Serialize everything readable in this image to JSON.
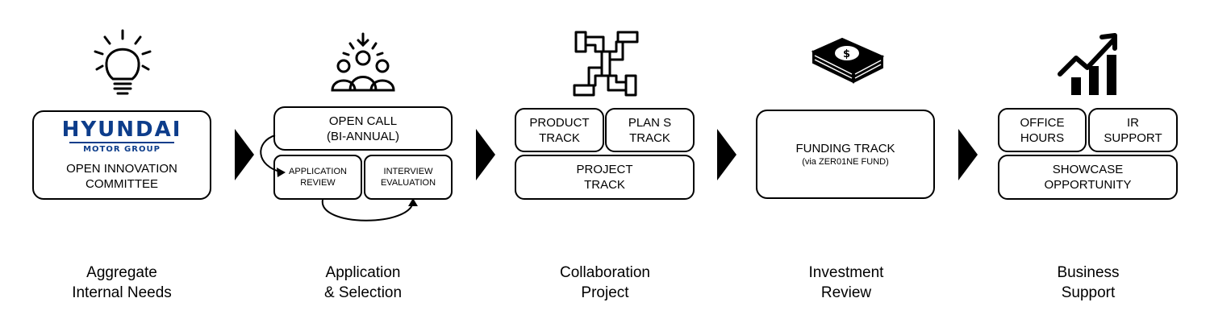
{
  "stages": [
    {
      "caption_line1": "Aggregate",
      "caption_line2": "Internal Needs",
      "logo": {
        "main": "HYUNDAI",
        "sub": "MOTOR GROUP"
      },
      "box_line1": "OPEN INNOVATION",
      "box_line2": "COMMITTEE",
      "icon": "lightbulb-icon"
    },
    {
      "caption_line1": "Application",
      "caption_line2": "& Selection",
      "open_call_line1": "OPEN CALL",
      "open_call_line2": "(BI-ANNUAL)",
      "app_review_line1": "APPLICATION",
      "app_review_line2": "REVIEW",
      "interview_line1": "INTERVIEW",
      "interview_line2": "EVALUATION",
      "icon": "people-selection-icon"
    },
    {
      "caption_line1": "Collaboration",
      "caption_line2": "Project",
      "product_line1": "PRODUCT",
      "product_line2": "TRACK",
      "plans_line1": "PLAN S",
      "plans_line2": "TRACK",
      "project_line1": "PROJECT",
      "project_line2": "TRACK",
      "icon": "hands-collaboration-icon"
    },
    {
      "caption_line1": "Investment",
      "caption_line2": "Review",
      "funding_line1": "FUNDING TRACK",
      "funding_line2": "(via ZER01NE FUND)",
      "icon": "money-stack-icon"
    },
    {
      "caption_line1": "Business",
      "caption_line2": "Support",
      "office_line1": "OFFICE",
      "office_line2": "HOURS",
      "ir_line1": "IR",
      "ir_line2": "SUPPORT",
      "showcase_line1": "SHOWCASE",
      "showcase_line2": "OPPORTUNITY",
      "icon": "growth-chart-icon"
    }
  ],
  "colors": {
    "logo": "#0d3d8b",
    "stroke": "#000000"
  }
}
